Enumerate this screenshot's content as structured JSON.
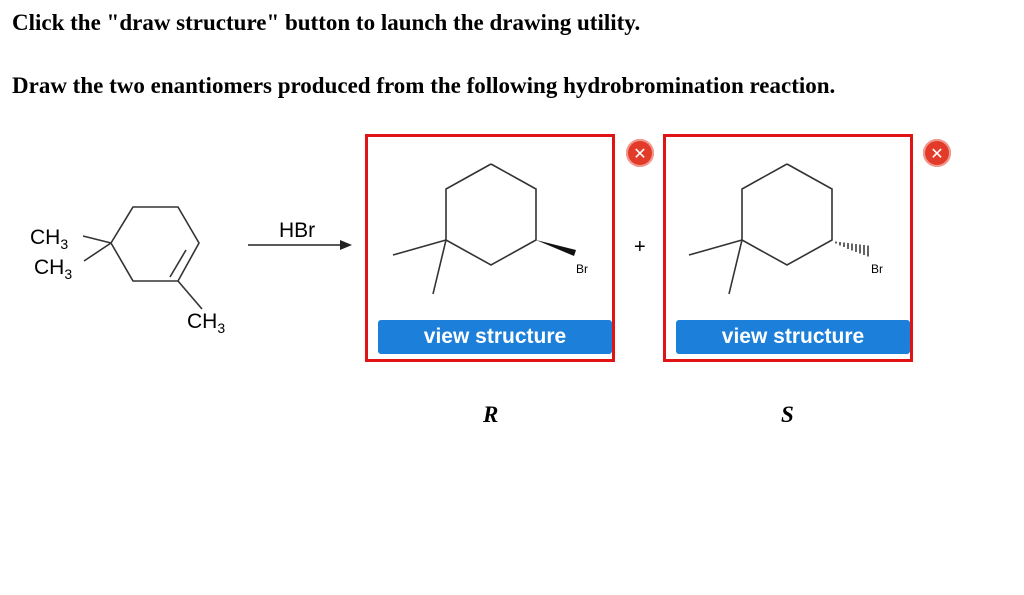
{
  "instructions": {
    "line1": "Click the \"draw structure\" button to launch the drawing utility.",
    "line2": "Draw the two enantiomers produced from the following hydrobromination reaction."
  },
  "reactant": {
    "methyl_top": {
      "main": "CH",
      "sub": "3"
    },
    "methyl_mid": {
      "main": "CH",
      "sub": "3"
    },
    "methyl_bottom": {
      "main": "CH",
      "sub": "3"
    }
  },
  "reagent": "HBr",
  "plus_sign": "+",
  "answers": [
    {
      "atom_label": "Br",
      "view_button_label": "view structure",
      "delete_icon": "close-icon",
      "stereo_label": "R"
    },
    {
      "atom_label": "Br",
      "view_button_label": "view structure",
      "delete_icon": "close-icon",
      "stereo_label": "S"
    }
  ],
  "colors": {
    "box_border": "#e01414",
    "button_bg": "#1c7fd9",
    "delete_bg": "#e23b2a"
  }
}
